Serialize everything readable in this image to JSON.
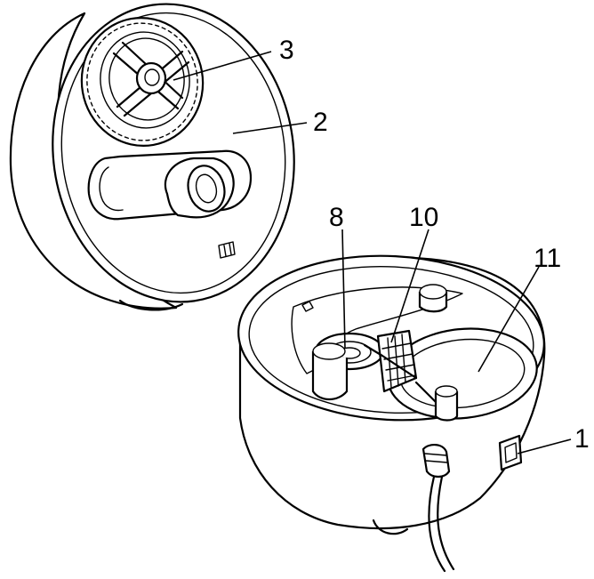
{
  "callouts": [
    {
      "id": "c3",
      "text": "3"
    },
    {
      "id": "c2",
      "text": "2"
    },
    {
      "id": "c8",
      "text": "8"
    },
    {
      "id": "c10",
      "text": "10"
    },
    {
      "id": "c11",
      "text": "11"
    },
    {
      "id": "c1",
      "text": "1"
    }
  ]
}
